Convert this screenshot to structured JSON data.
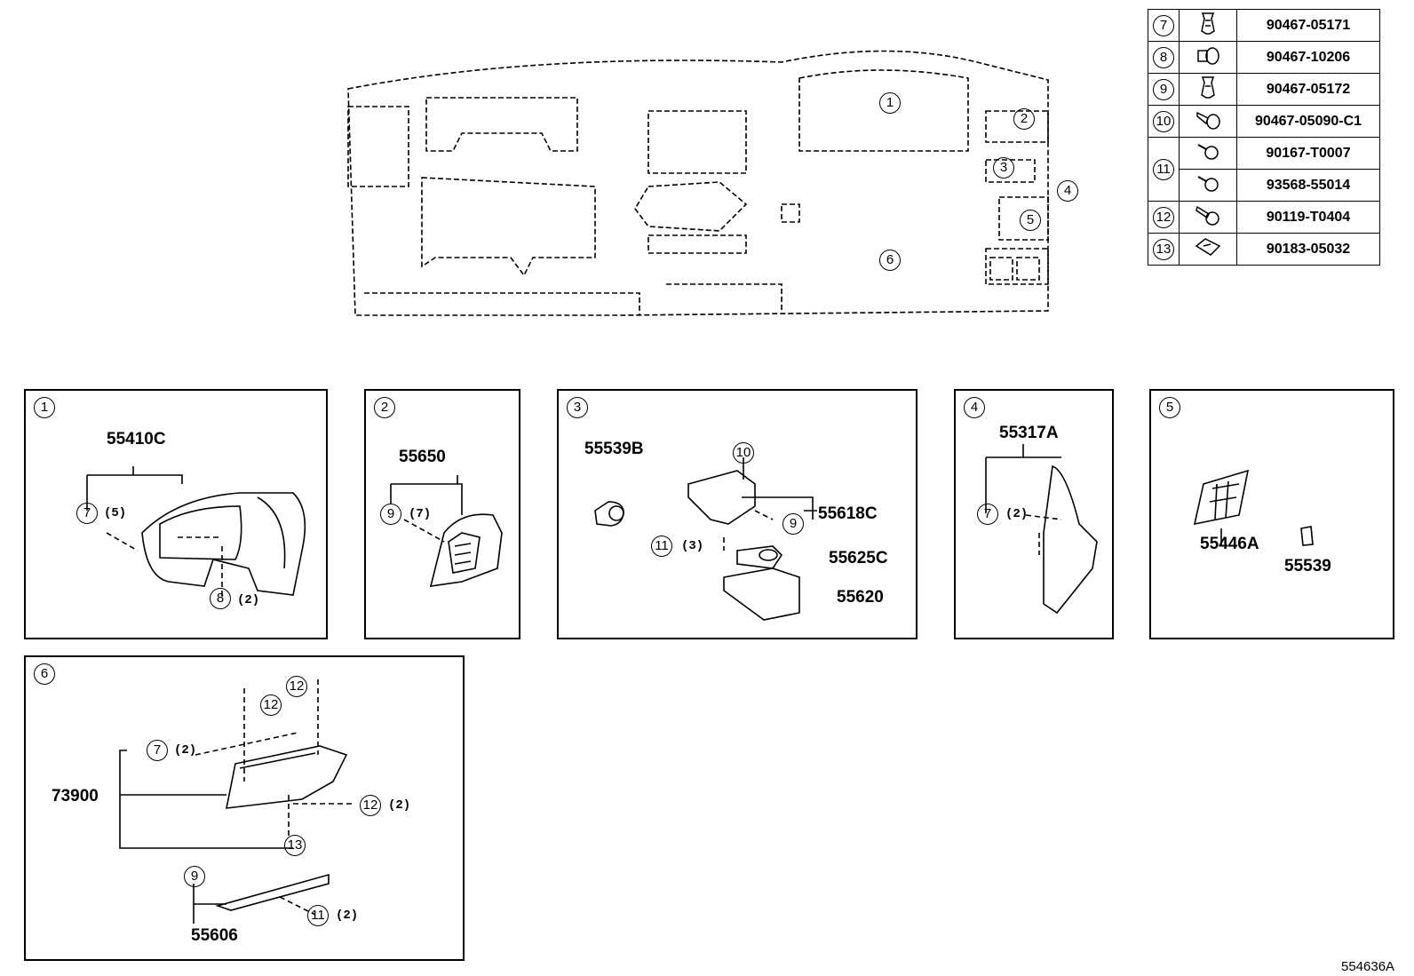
{
  "fastener_table": {
    "rows": [
      {
        "ref": "7",
        "icon": "clip-icon",
        "part": "90467-05171"
      },
      {
        "ref": "8",
        "icon": "push-rivet-icon",
        "part": "90467-10206"
      },
      {
        "ref": "9",
        "icon": "clip-icon",
        "part": "90467-05172"
      },
      {
        "ref": "10",
        "icon": "push-rivet-icon",
        "part": "90467-05090-C1"
      },
      {
        "ref": "11",
        "icon": "screw-icon",
        "part": "90167-T0007"
      },
      {
        "ref": "",
        "icon": "screw-icon",
        "part": "93568-55014"
      },
      {
        "ref": "12",
        "icon": "bolt-icon",
        "part": "90119-T0404"
      },
      {
        "ref": "13",
        "icon": "nut-clip-icon",
        "part": "90183-05032"
      }
    ]
  },
  "overview": {
    "callouts": [
      "1",
      "2",
      "3",
      "4",
      "5",
      "6"
    ]
  },
  "panels": {
    "p1": {
      "id": "1",
      "part": "55410C",
      "fasteners": [
        "7",
        "(5)",
        "8",
        "(2)"
      ]
    },
    "p2": {
      "id": "2",
      "part": "55650",
      "fasteners": [
        "9",
        "(7)"
      ]
    },
    "p3": {
      "id": "3",
      "parts": [
        "55539B",
        "55618C",
        "55625C",
        "55620"
      ],
      "fasteners": [
        "10",
        "9",
        "11",
        "(3)"
      ]
    },
    "p4": {
      "id": "4",
      "part": "55317A",
      "fasteners": [
        "7",
        "(2)"
      ]
    },
    "p5": {
      "id": "5",
      "parts": [
        "55446A",
        "55539"
      ]
    },
    "p6": {
      "id": "6",
      "parts": [
        "73900",
        "55606"
      ],
      "fasteners": [
        "12",
        "12",
        "7",
        "(2)",
        "12",
        "(2)",
        "13",
        "9",
        "11",
        "(2)"
      ]
    }
  },
  "figure_code": "554636A"
}
